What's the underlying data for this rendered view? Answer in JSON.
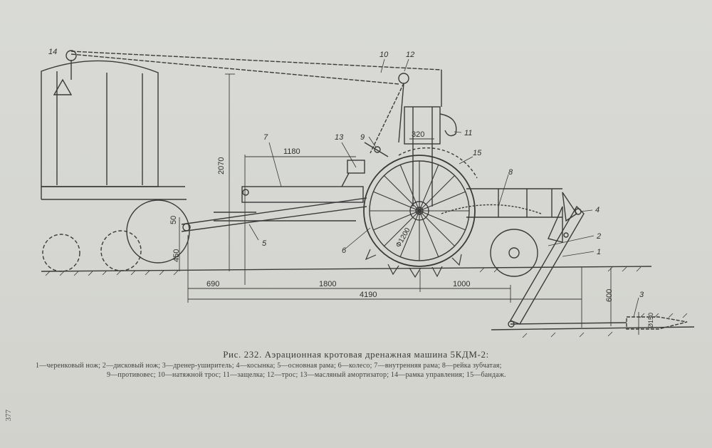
{
  "figure": {
    "dimensions": {
      "d2070": "2070",
      "d1180": "1180",
      "d320": "320",
      "d50": "50",
      "d450": "450",
      "d690": "690",
      "d1800": "1800",
      "d1000": "1000",
      "d4190": "4190",
      "d600": "600",
      "d150": "Ø150",
      "d1200": "Ф1200"
    },
    "callouts": [
      "1",
      "2",
      "3",
      "4",
      "5",
      "6",
      "7",
      "8",
      "9",
      "10",
      "11",
      "12",
      "13",
      "14",
      "15"
    ]
  },
  "caption": {
    "title": "Рис. 232. Аэрационная кротовая дренажная машина 5КДМ-2:",
    "legend_line1": "1—черенковый нож; 2—дисковый нож; 3—дренер-уширитель; 4—косынка; 5—основная рама; 6—колесо; 7—внутренняя рама; 8—рейка зубчатая;",
    "legend_line2": "9—противовес; 10—натяжной трос; 11—защелка; 12—трос; 13—масляный амортизатор; 14—рамка управления; 15—бандаж."
  },
  "page_number": "377"
}
